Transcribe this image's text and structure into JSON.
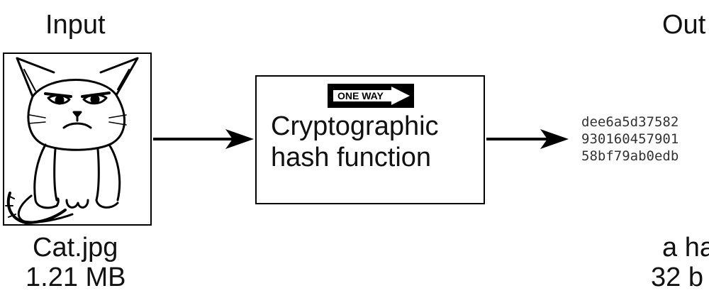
{
  "input": {
    "title": "Input",
    "file_name": "Cat.jpg",
    "file_size": "1.21 MB"
  },
  "hash_function": {
    "sign_text": "ONE WAY",
    "line1": "Cryptographic",
    "line2": "hash function"
  },
  "output": {
    "title": "Out",
    "hash_lines": [
      "dee6a5d37582",
      "930160457901",
      "58bf79ab0edb"
    ],
    "description": "a ha",
    "size": "32 b"
  },
  "colors": {
    "ink": "#000000",
    "hex_text": "#333333",
    "background": "#ffffff"
  }
}
